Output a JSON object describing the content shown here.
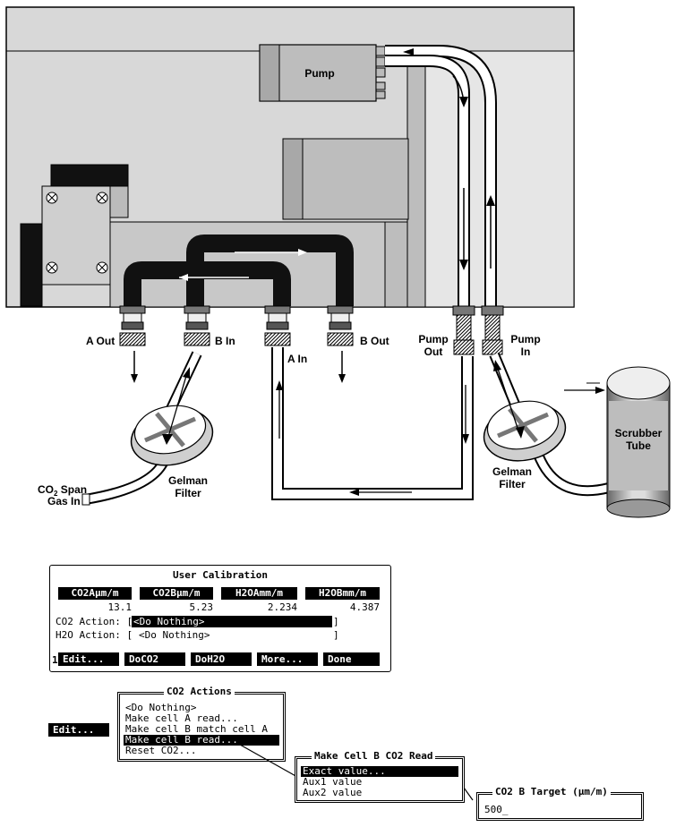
{
  "diagram": {
    "labels": {
      "pump": "Pump",
      "a_out": "A Out",
      "b_in": "B In",
      "a_in": "A In",
      "b_out": "B Out",
      "pump_out_1": "Pump",
      "pump_out_2": "Out",
      "pump_in_1": "Pump",
      "pump_in_2": "In",
      "scrubber_1": "Scrubber",
      "scrubber_2": "Tube",
      "gelman_left_1": "Gelman",
      "gelman_left_2": "Filter",
      "gelman_right_1": "Gelman",
      "gelman_right_2": "Filter",
      "co2_span_1": "CO",
      "co2_span_sub": "2",
      "co2_span_1b": " Span",
      "co2_span_2": "Gas In"
    }
  },
  "calibration_screen": {
    "title": "User Calibration",
    "columns": [
      {
        "header": "CO2Aµm/m",
        "value": "13.1"
      },
      {
        "header": "CO2Bµm/m",
        "value": "5.23"
      },
      {
        "header": "H2OAmm/m",
        "value": "2.234"
      },
      {
        "header": "H2OBmm/m",
        "value": "4.387"
      }
    ],
    "co2_action_label": "CO2 Action: [",
    "co2_action_value": "<Do Nothing>",
    "h2o_action_label": "H2O Action: [ ",
    "h2o_action_value": "<Do Nothing>",
    "bracket_close": "]",
    "page_number": "1",
    "function_keys": [
      "Edit...",
      "DoCO2",
      "DoH2O",
      "More...",
      "Done"
    ]
  },
  "edit_key": "Edit...",
  "co2_actions_menu": {
    "title": "CO2 Actions",
    "items": [
      "<Do Nothing>",
      "Make cell A read...",
      "Make cell B match cell A",
      "Make cell B read...",
      "Reset CO2..."
    ],
    "selected_index": 3
  },
  "make_cell_b_menu": {
    "title": "Make Cell B CO2 Read",
    "items": [
      "Exact value...",
      "Aux1 value",
      "Aux2 value"
    ],
    "selected_index": 0
  },
  "target_box": {
    "title": "CO2 B Target (µm/m)",
    "value": "500_"
  }
}
